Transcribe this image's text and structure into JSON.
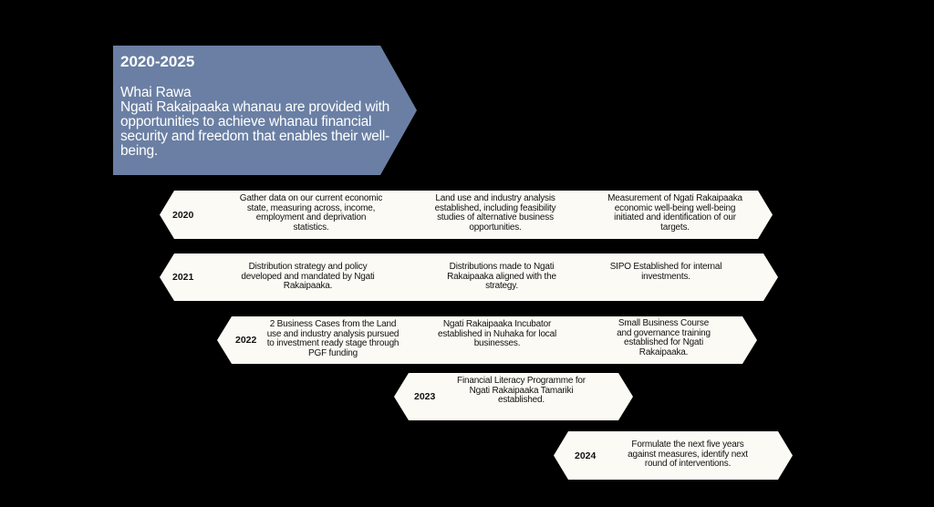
{
  "header": {
    "years": "2020-2025",
    "title": "Whai Rawa",
    "description": "Ngati Rakaipaaka whanau are provided with opportunities to achieve whanau financial security and freedom that enables their well-being."
  },
  "colors": {
    "header": "#6a7fa3",
    "band": "#fbfaf4",
    "background": "#000000"
  },
  "rows": [
    {
      "year": "2020",
      "items": [
        "Gather data on our current economic state, measuring across, income, employment and deprivation statistics.",
        "Land use and industry analysis established, including feasibility studies of alternative business opportunities.",
        "Measurement of Ngati Rakaipaaka economic well-being well-being initiated and identification of our targets."
      ]
    },
    {
      "year": "2021",
      "items": [
        "Distribution strategy and policy developed and mandated by Ngati Rakaipaaka.",
        "Distributions made to Ngati Rakaipaaka aligned with the strategy.",
        "SIPO Established for internal investments."
      ]
    },
    {
      "year": "2022",
      "items": [
        "2 Business Cases from the Land use and industry analysis pursued to investment ready stage through PGF funding",
        "Ngati Rakaipaaka Incubator established in Nuhaka for local businesses.",
        "Small Business Course and governance training established for Ngati Rakaipaaka."
      ]
    },
    {
      "year": "2023",
      "items": [
        "Financial Literacy Programme for Ngati Rakaipaaka Tamariki established."
      ]
    },
    {
      "year": "2024",
      "items": [
        "Formulate the next five years against measures, identify next round of interventions."
      ]
    }
  ]
}
